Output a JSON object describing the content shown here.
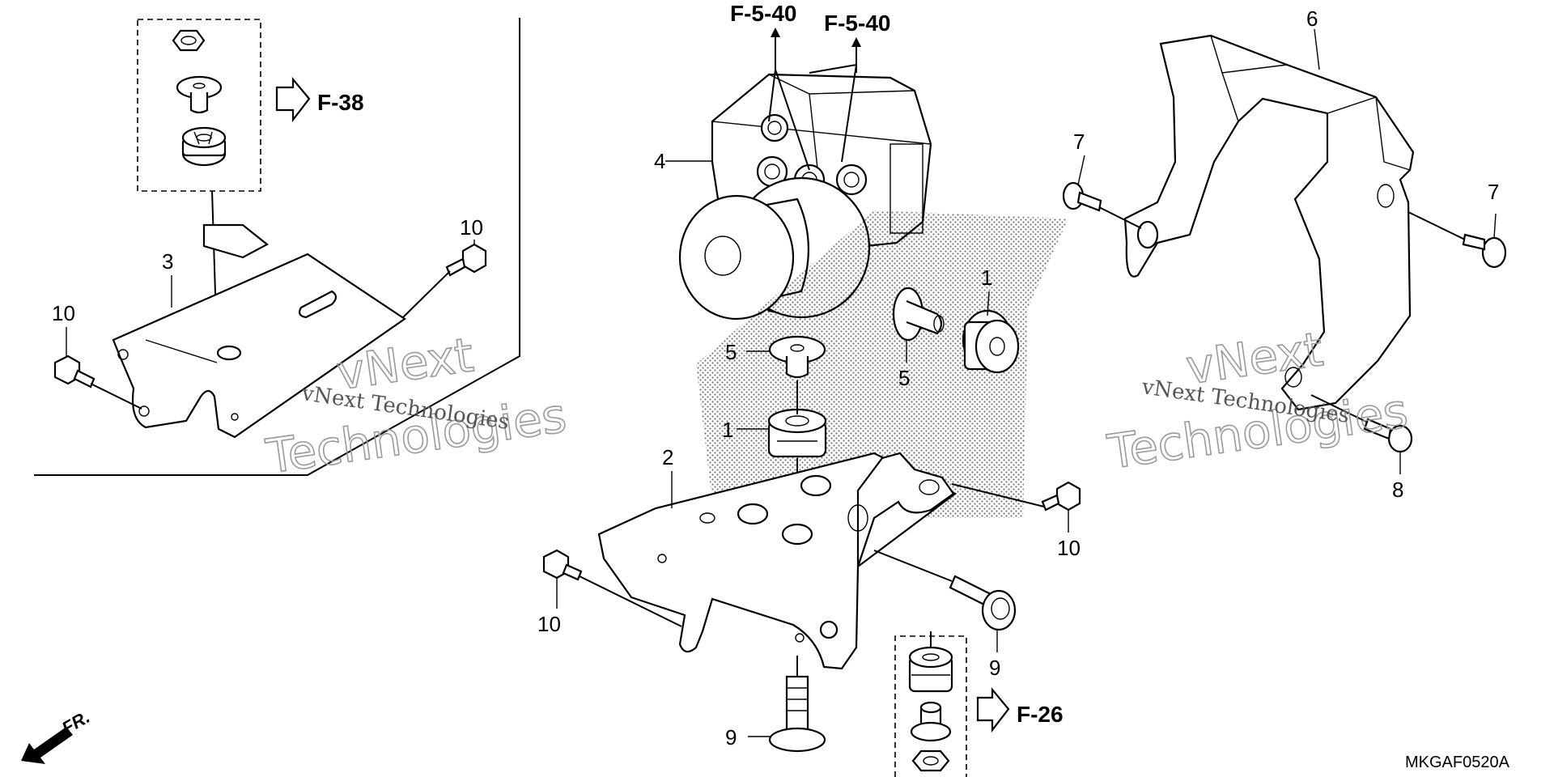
{
  "diagram": {
    "refs": {
      "f38": "F-38",
      "f540_a": "F-5-40",
      "f540_b": "F-5-40",
      "f26": "F-26"
    },
    "callouts": {
      "c1a": "1",
      "c1b": "1",
      "c2": "2",
      "c3": "3",
      "c4": "4",
      "c5a": "5",
      "c5b": "5",
      "c6": "6",
      "c7a": "7",
      "c7b": "7",
      "c8": "8",
      "c9a": "9",
      "c9b": "9",
      "c10a": "10",
      "c10b": "10",
      "c10c": "10",
      "c10d": "10"
    },
    "direction_label": "FR.",
    "diagram_code": "MKGAF0520A",
    "watermarks": [
      {
        "line1": "vNext Technologies",
        "line2": "vNext",
        "line3": "Technologies"
      },
      {
        "line1": "vNext Technologies",
        "line2": "vNext",
        "line3": "Technologies"
      }
    ]
  }
}
